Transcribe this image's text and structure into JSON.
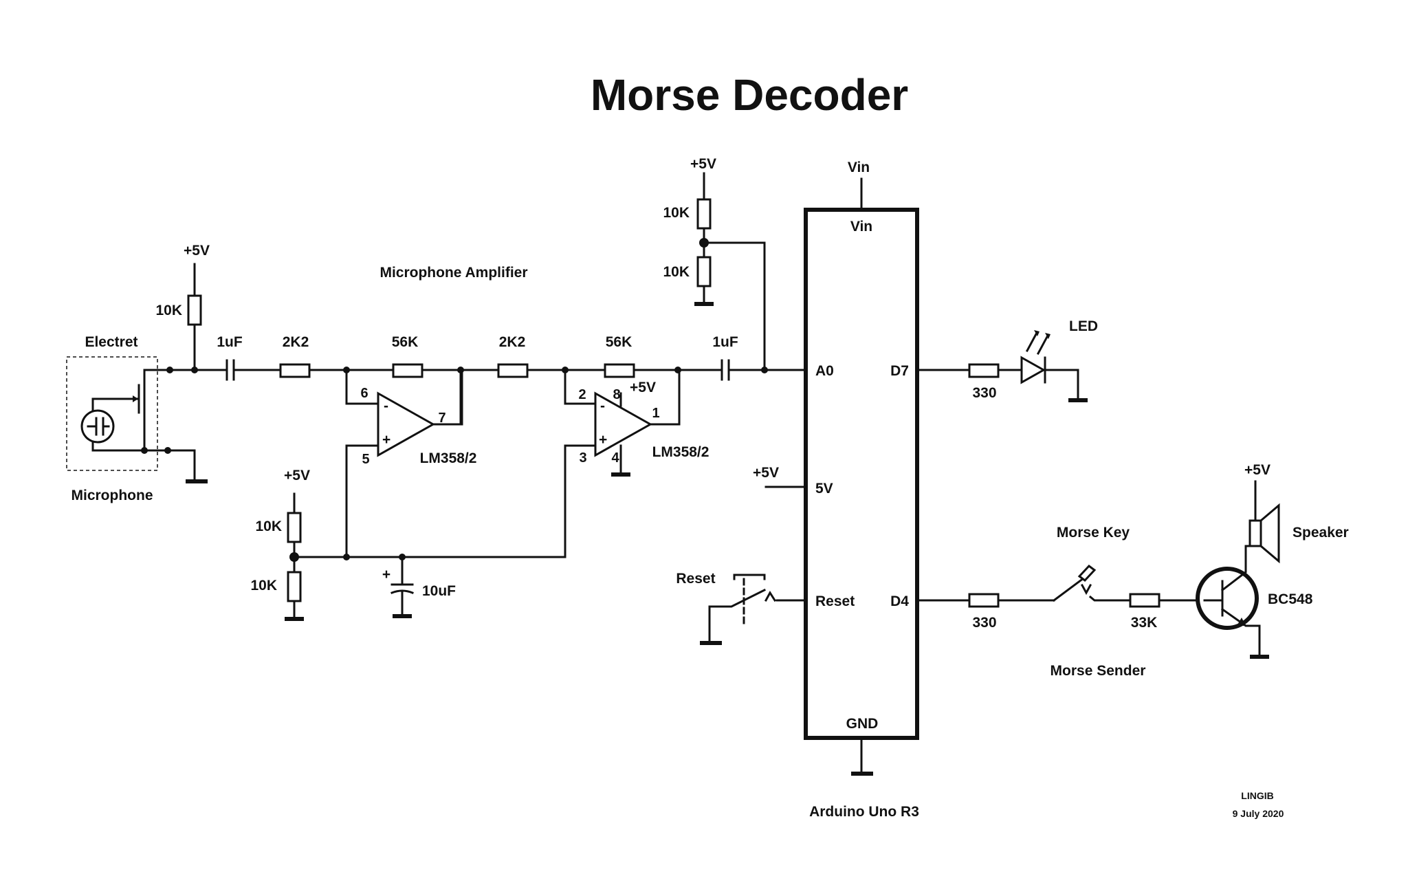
{
  "title": "Morse Decoder",
  "colors": {
    "ink": "#111111",
    "background": "#ffffff"
  },
  "microphone": {
    "type_label": "Electret",
    "name_label": "Microphone"
  },
  "amplifier": {
    "label": "Microphone Amplifier"
  },
  "supply": {
    "plus5v": "+5V"
  },
  "resistors": {
    "mic_bias": "10K",
    "input_2k2_a": "2K2",
    "feedback_56k_a": "56K",
    "input_2k2_b": "2K2",
    "feedback_56k_b": "56K",
    "divider_top": "10K",
    "divider_bottom": "10K",
    "a0_top": "10K",
    "a0_bottom": "10K",
    "led_330": "330",
    "key_330": "330",
    "base_33k": "33K"
  },
  "capacitors": {
    "coupling_in": "1uF",
    "coupling_out": "1uF",
    "bypass": "10uF",
    "bypass_polarity": "+"
  },
  "opamps": {
    "u1": {
      "part": "LM358/2",
      "pin_inv": "6",
      "pin_noninv": "5",
      "pin_out": "7",
      "minus": "-",
      "plus": "+"
    },
    "u2": {
      "part": "LM358/2",
      "pin_inv": "2",
      "pin_noninv": "3",
      "pin_out": "1",
      "pin_vcc": "8",
      "pin_gnd": "4",
      "vcc": "+5V",
      "minus": "-",
      "plus": "+"
    }
  },
  "arduino": {
    "name": "Arduino Uno R3",
    "vin_ext": "Vin",
    "vin": "Vin",
    "a0": "A0",
    "d7": "D7",
    "v5": "5V",
    "reset": "Reset",
    "d4": "D4",
    "gnd": "GND"
  },
  "reset_switch": {
    "label": "Reset"
  },
  "led": {
    "label": "LED"
  },
  "morse_key": {
    "label": "Morse Key"
  },
  "transistor": {
    "part": "BC548"
  },
  "speaker": {
    "label": "Speaker"
  },
  "sender": {
    "label": "Morse Sender"
  },
  "credits": {
    "author": "LINGIB",
    "date": "9 July 2020"
  }
}
